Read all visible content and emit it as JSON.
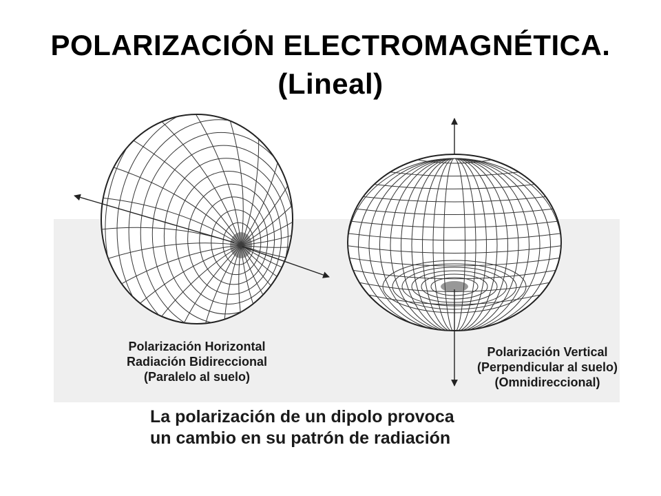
{
  "slide": {
    "title_line1": "POLARIZACIÓN ELECTROMAGNÉTICA.",
    "title_line2": "(Lineal)"
  },
  "figure": {
    "horizontal": {
      "lines": [
        "Polarización Horizontal",
        "Radiación Bidireccional",
        "(Paralelo al suelo)"
      ]
    },
    "vertical": {
      "lines": [
        "Polarización Vertical",
        "(Perpendicular al suelo)",
        "(Omnidireccional)"
      ]
    },
    "caption": {
      "lines": [
        "La polarización de un dipolo provoca",
        "un cambio en su patrón de radiación"
      ]
    }
  },
  "colors": {
    "background": "#ffffff",
    "text": "#000000",
    "wireframe": "#222222",
    "watermark_band": "#ededed"
  }
}
